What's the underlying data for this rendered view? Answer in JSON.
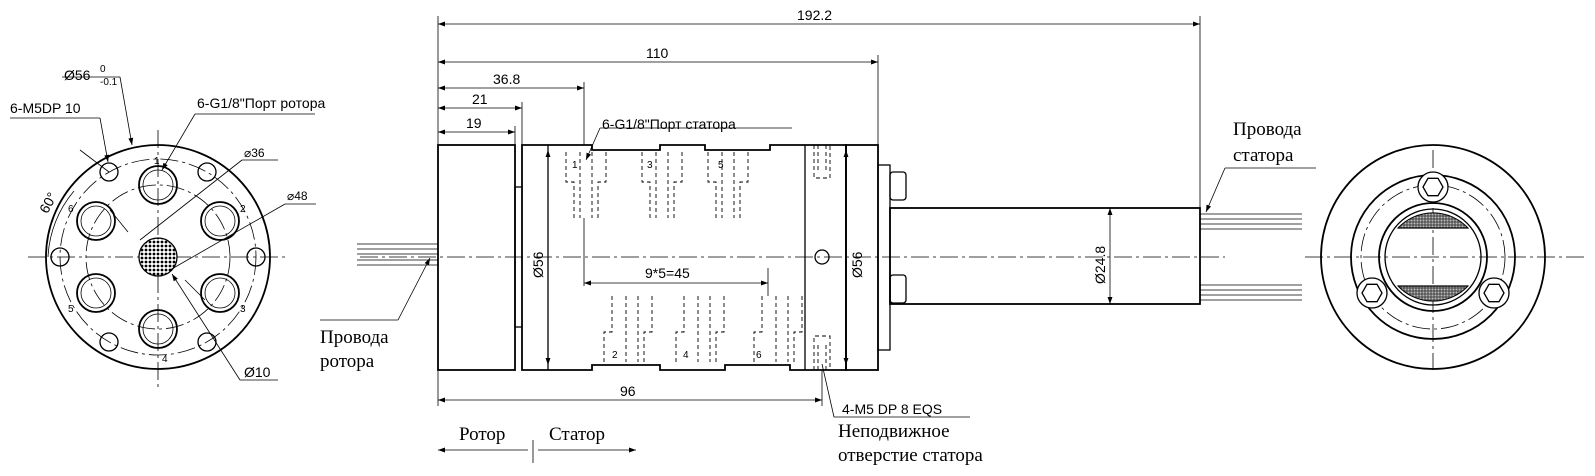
{
  "left_view": {
    "diameter_outer": "Ø56",
    "tol_upper": "0",
    "tol_lower": "-0.1",
    "mount_holes": "6-M5DP 10",
    "rotor_port": "6-G1/8\"Порт ротора",
    "circle_36": "⌀36",
    "circle_48": "⌀48",
    "bore": "Ø10",
    "angle": "60°",
    "port_numbers": [
      "1",
      "2",
      "3",
      "4",
      "5",
      "6"
    ]
  },
  "main_view": {
    "overall_length": "192.2",
    "body_length": "110",
    "dim_36_8": "36.8",
    "dim_21": "21",
    "dim_19": "19",
    "stator_port": "6-G1/8\"Порт статора",
    "body_diameter": "Ø56",
    "flange_diameter": "Ø56",
    "tube_diameter": "Ø24.8",
    "pitch": "9*5=45",
    "lower_length": "96",
    "stator_holes": "4-M5 DP 8 EQS",
    "fixed_hole_line1": "Неподвижное",
    "fixed_hole_line2": "отверстие статора",
    "rotor_wires_line1": "Провода",
    "rotor_wires_line2": "ротора",
    "stator_wires_line1": "Провода",
    "stator_wires_line2": "статора",
    "rotor_label": "Ротор",
    "stator_label": "Статор",
    "upper_port_numbers": [
      "1",
      "3",
      "5"
    ],
    "lower_port_numbers": [
      "2",
      "4",
      "6"
    ]
  }
}
